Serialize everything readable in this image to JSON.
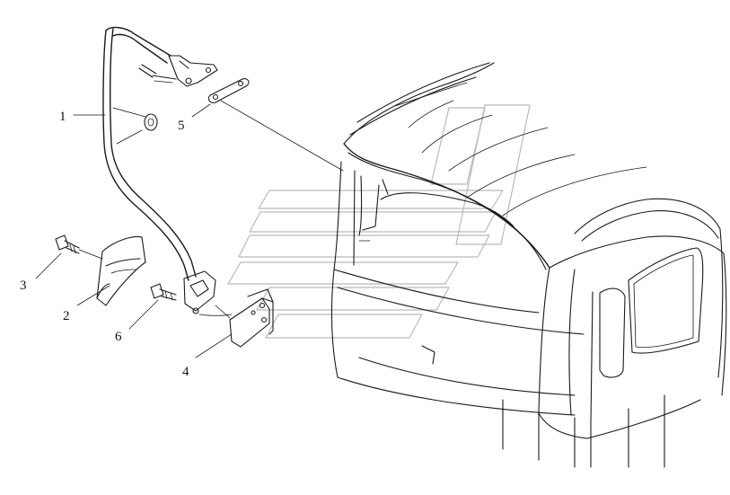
{
  "diagram": {
    "callouts": [
      {
        "id": "1",
        "label": "1"
      },
      {
        "id": "2",
        "label": "2"
      },
      {
        "id": "3",
        "label": "3"
      },
      {
        "id": "4",
        "label": "4"
      },
      {
        "id": "5",
        "label": "5"
      },
      {
        "id": "6",
        "label": "6"
      }
    ]
  },
  "colors": {
    "line": "#1a1a1a",
    "watermark": "#b9b9b9",
    "background": "#ffffff"
  }
}
